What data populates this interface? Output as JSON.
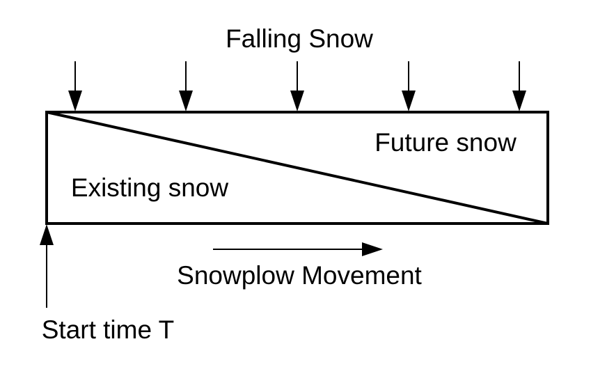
{
  "labels": {
    "falling_snow": "Falling Snow",
    "future_snow": "Future snow",
    "existing_snow": "Existing snow",
    "snowplow_movement": "Snowplow Movement",
    "start_time": "Start time T"
  },
  "colors": {
    "ink": "#000000",
    "background": "#ffffff"
  }
}
